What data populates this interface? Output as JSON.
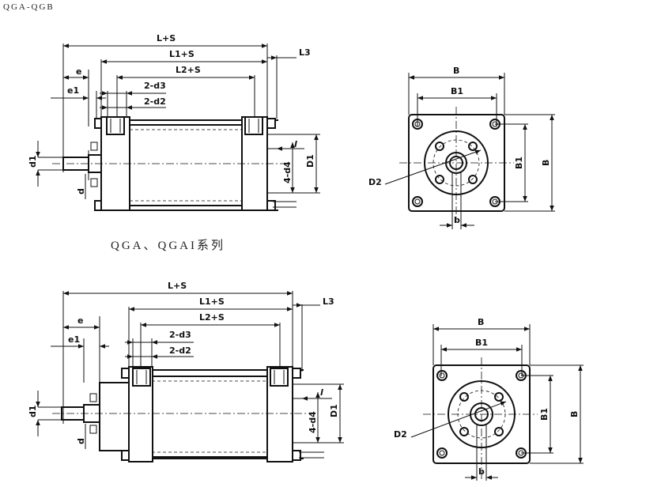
{
  "header": "QGA-QGB",
  "caption_series": "QGA、QGAI系列",
  "labels": {
    "L_S": "L+S",
    "L1_S": "L1+S",
    "L2_S": "L2+S",
    "L3": "L3",
    "e": "e",
    "e1": "e1",
    "two_d3": "2-d3",
    "two_d2": "2-d2",
    "l": "l",
    "four_d4": "4-d4",
    "D1": "D1",
    "d1": "d1",
    "d": "d",
    "B": "B",
    "B1": "B1",
    "D2": "D2",
    "b": "b"
  }
}
